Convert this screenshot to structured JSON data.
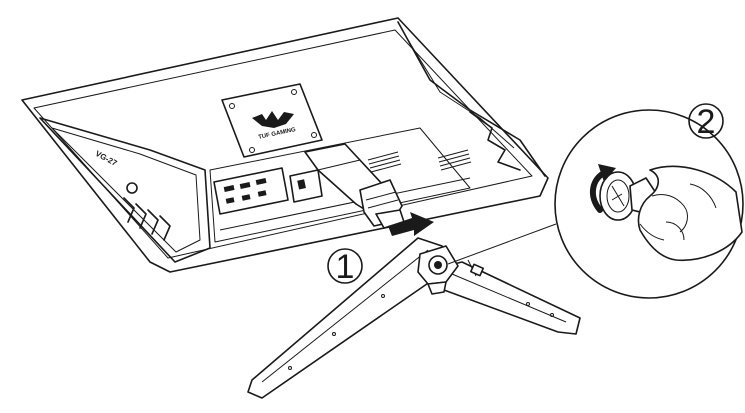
{
  "steps": [
    {
      "label": "1"
    },
    {
      "label": "2"
    }
  ],
  "monitor": {
    "logo_text": "TUF GAMING",
    "side_text": "VG-27"
  },
  "colors": {
    "line": "#1a1a1a",
    "background": "#ffffff"
  }
}
